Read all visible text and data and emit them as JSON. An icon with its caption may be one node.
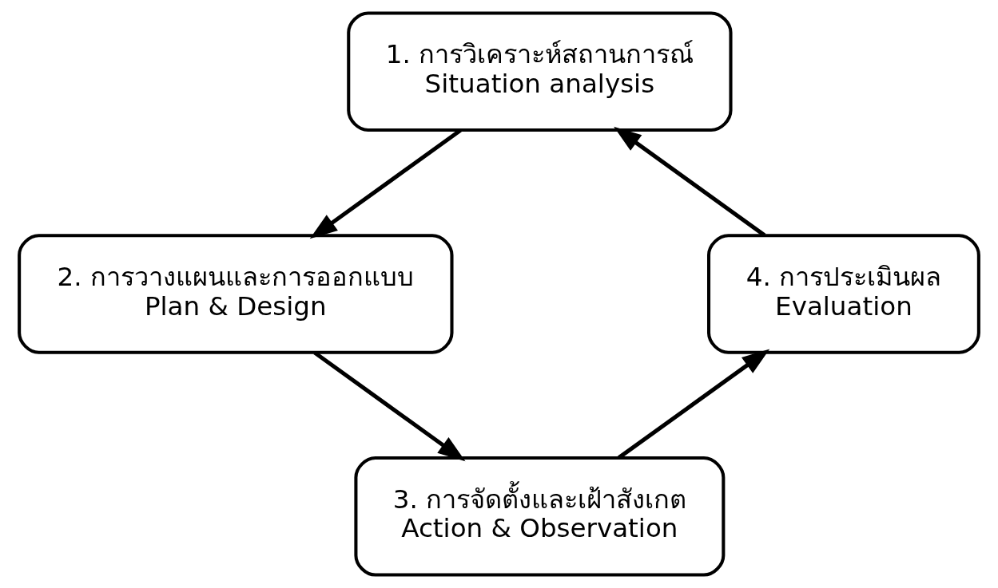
{
  "diagram": {
    "nodes": [
      {
        "text": [
          "1. การวิเคราะห์สถานการณ์",
          "Situation analysis"
        ]
      },
      {
        "text": [
          "2. การวางแผนและการออกแบบ",
          "Plan & Design"
        ]
      },
      {
        "text": [
          "3. การจัดตั้งและเฝ้าสังเกต",
          "Action & Observation"
        ]
      },
      {
        "text": [
          "4. การประเมินผล",
          "Evaluation"
        ]
      }
    ],
    "edges": [
      {
        "from": 0,
        "to": 1,
        "arrow": "to"
      },
      {
        "from": 1,
        "to": 2,
        "arrow": "to"
      },
      {
        "from": 2,
        "to": 3,
        "arrow": "to"
      },
      {
        "from": 3,
        "to": 0,
        "arrow": "to"
      }
    ]
  }
}
